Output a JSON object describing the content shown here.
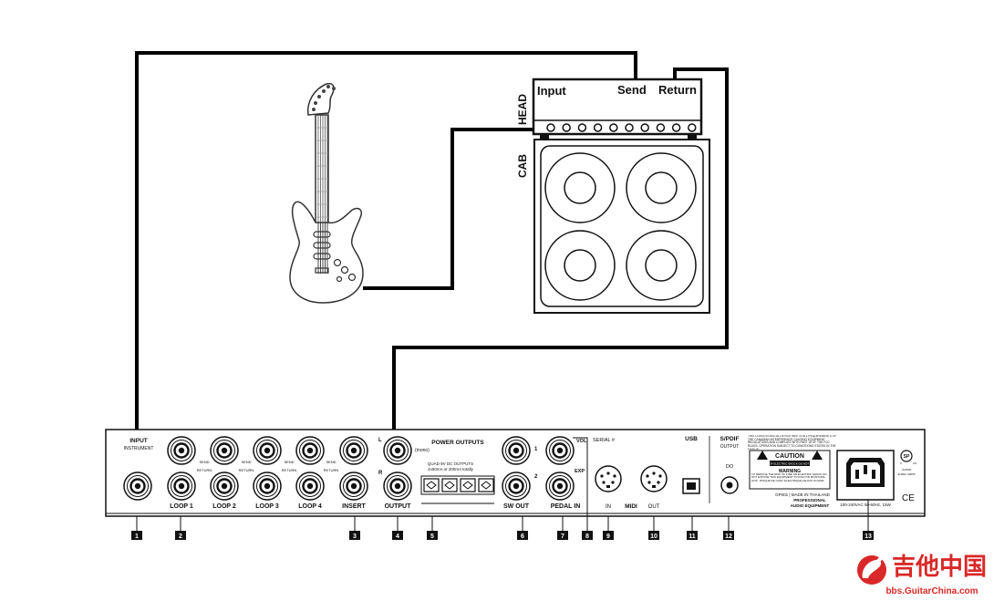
{
  "amp": {
    "head_label": "HEAD",
    "cab_label": "CAB",
    "input": "Input",
    "send": "Send",
    "return": "Return"
  },
  "panel": {
    "input_title": "INPUT",
    "input_sub": "INSTRUMENT",
    "send": "SEND",
    "return": "RETURN",
    "loops": [
      "LOOP 1",
      "LOOP 2",
      "LOOP 3",
      "LOOP 4"
    ],
    "insert": "INSERT",
    "output": "OUTPUT",
    "out_l": "L",
    "out_r": "R",
    "mono": "(mono)",
    "power_title": "POWER OUTPUTS",
    "power_sub1": "QUAD 9V DC OUTPUTS",
    "power_sub2": "4x50mA or 200mA totally",
    "sw_out": "SW OUT",
    "sw_1": "1",
    "sw_2": "2",
    "vol": "VOL",
    "exp": "EXP",
    "serial": "SERIAL #",
    "pedal_in": "PEDAL IN",
    "midi": "MIDI",
    "midi_in": "IN",
    "midi_out": "OUT",
    "usb": "USB",
    "spdif": "S/PDIF",
    "spdif_sub": "OUTPUT",
    "do": "DO",
    "fcc_text": "THIS CLASS B DIGITAL DEVICE MEETS ALL REQUIREMENTS OF THE CANADIAN INTERFERENCE-CAUSING EQUIPMENT REGULATIONS AND COMPLIES WITH PART 15 OF THE FCC RULES. OPERATION SUBJECT TO CONDITIONS STATED IN THE MANUAL.",
    "caution": "CAUTION",
    "caution_sub": "RISK OF ELECTRIC SHOCK DO NOT OPEN",
    "warning": "WARNING",
    "warning_text": "TO REDUCE THE RISK OF FIRE OR ELECTRIC SHOCK DO NOT EXPOSE THIS EQUIPMENT TO RAIN OR MOISTURE",
    "avis": "AVIS : RISQUE DE CHOC ELECTRIQUE-NE PAS OUVRIR",
    "model": "GP001 | MADE IN THAILAND",
    "brand1": "PROFESSIONAL",
    "brand2": "AUDIO EQUIPMENT",
    "power_rating": "100-240VAC 50-60Hz, 15W",
    "cert_us": "US",
    "cert_c": "C",
    "cert_num": "UL6500",
    "cert_std": "ZH/IEC 60065",
    "ce": "CE"
  },
  "callouts": [
    "1",
    "2",
    "3",
    "4",
    "5",
    "6",
    "7",
    "8",
    "9",
    "10",
    "11",
    "12",
    "13"
  ],
  "watermark": {
    "title": "吉他中国",
    "url": "bbs.GuitarChina.com"
  },
  "colors": {
    "ink": "#111111",
    "watermark_red": "#d92828"
  }
}
